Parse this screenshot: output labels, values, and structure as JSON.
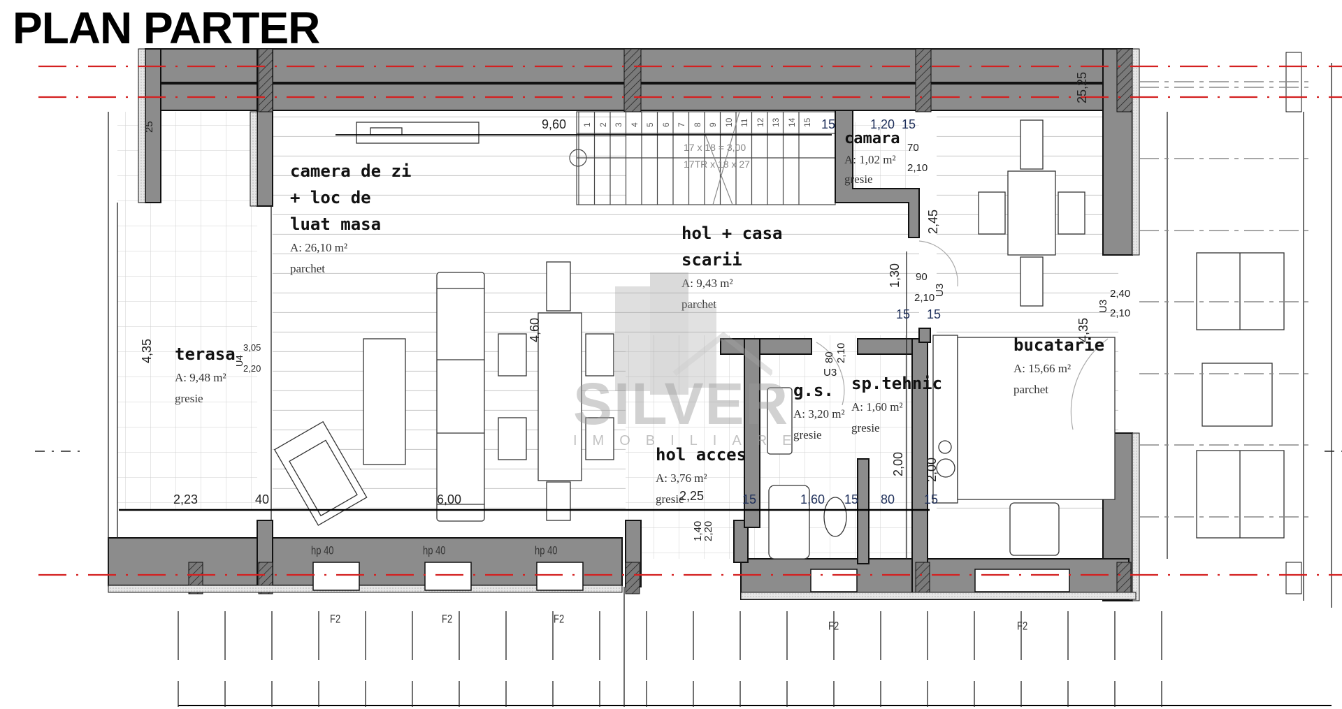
{
  "title": "PLAN PARTER",
  "rooms": [
    {
      "id": "camera-de-zi",
      "name": "camera de zi\n+ loc de\nluat masa",
      "area": "A: 26,10 m²",
      "floor": "parchet"
    },
    {
      "id": "hol-casa-scarii",
      "name": "hol + casa\nscarii",
      "area": "A: 9,43 m²",
      "floor": "parchet"
    },
    {
      "id": "camara",
      "name": "camara",
      "area": "A: 1,02 m²",
      "floor": "gresie"
    },
    {
      "id": "terasa",
      "name": "terasa",
      "area": "A: 9,48 m²",
      "floor": "gresie"
    },
    {
      "id": "bucatarie",
      "name": "bucatarie",
      "area": "A: 15,66 m²",
      "floor": "parchet"
    },
    {
      "id": "gs",
      "name": "g.s.",
      "area": "A: 3,20 m²",
      "floor": "gresie"
    },
    {
      "id": "sp-tehnic",
      "name": "sp.tehnic",
      "area": "A: 1,60 m²",
      "floor": "gresie"
    },
    {
      "id": "hol-acces",
      "name": "hol acces",
      "area": "A: 3,76 m²",
      "floor": "gresie"
    }
  ],
  "stairs": {
    "steps": [
      "1",
      "2",
      "3",
      "4",
      "5",
      "6",
      "7",
      "8",
      "9",
      "10",
      "11",
      "12",
      "13",
      "14",
      "15"
    ],
    "note1": "17 x 18 = 3,00",
    "note2": "17TR x 18 x 27"
  },
  "dimensions": {
    "d960": "9,60",
    "d120": "1,20",
    "d15a": "15",
    "d15b": "15",
    "d70": "70",
    "d210a": "2,10",
    "d245": "2,45",
    "d130": "1,30",
    "d90": "90",
    "d210b": "2,10",
    "d240": "2,40",
    "d210c": "2,10",
    "d435r": "4,35",
    "d435l": "4,35",
    "d305": "3,05",
    "d220t": "2,20",
    "d25": "25",
    "d2525": "25,25",
    "d460": "4,60",
    "d600": "6,00",
    "d223": "2,23",
    "d40": "40",
    "d80": "80",
    "d210d": "2,10",
    "d200a": "2,00",
    "d200b": "2,00",
    "d225": "2,25",
    "d140": "1,40",
    "d220": "2,20",
    "d15c": "15",
    "d160": "1,60",
    "d15d": "15",
    "d80b": "80",
    "d15e": "15",
    "d15f": "15",
    "d15g": "15",
    "u3a": "U3",
    "u3b": "U3",
    "u3c": "U3",
    "u4": "U4"
  },
  "windows": {
    "hp": [
      "hp 40",
      "hp 40",
      "hp 40"
    ],
    "f2": [
      "F2",
      "F2",
      "F2",
      "F2",
      "F2"
    ]
  },
  "watermark": {
    "brand": "SILVER",
    "sub": "IMOBILIARE"
  },
  "colors": {
    "wall": "#8c8c8c",
    "axis": "#d42020",
    "line": "#222222",
    "grid": "#c8c8c8"
  }
}
